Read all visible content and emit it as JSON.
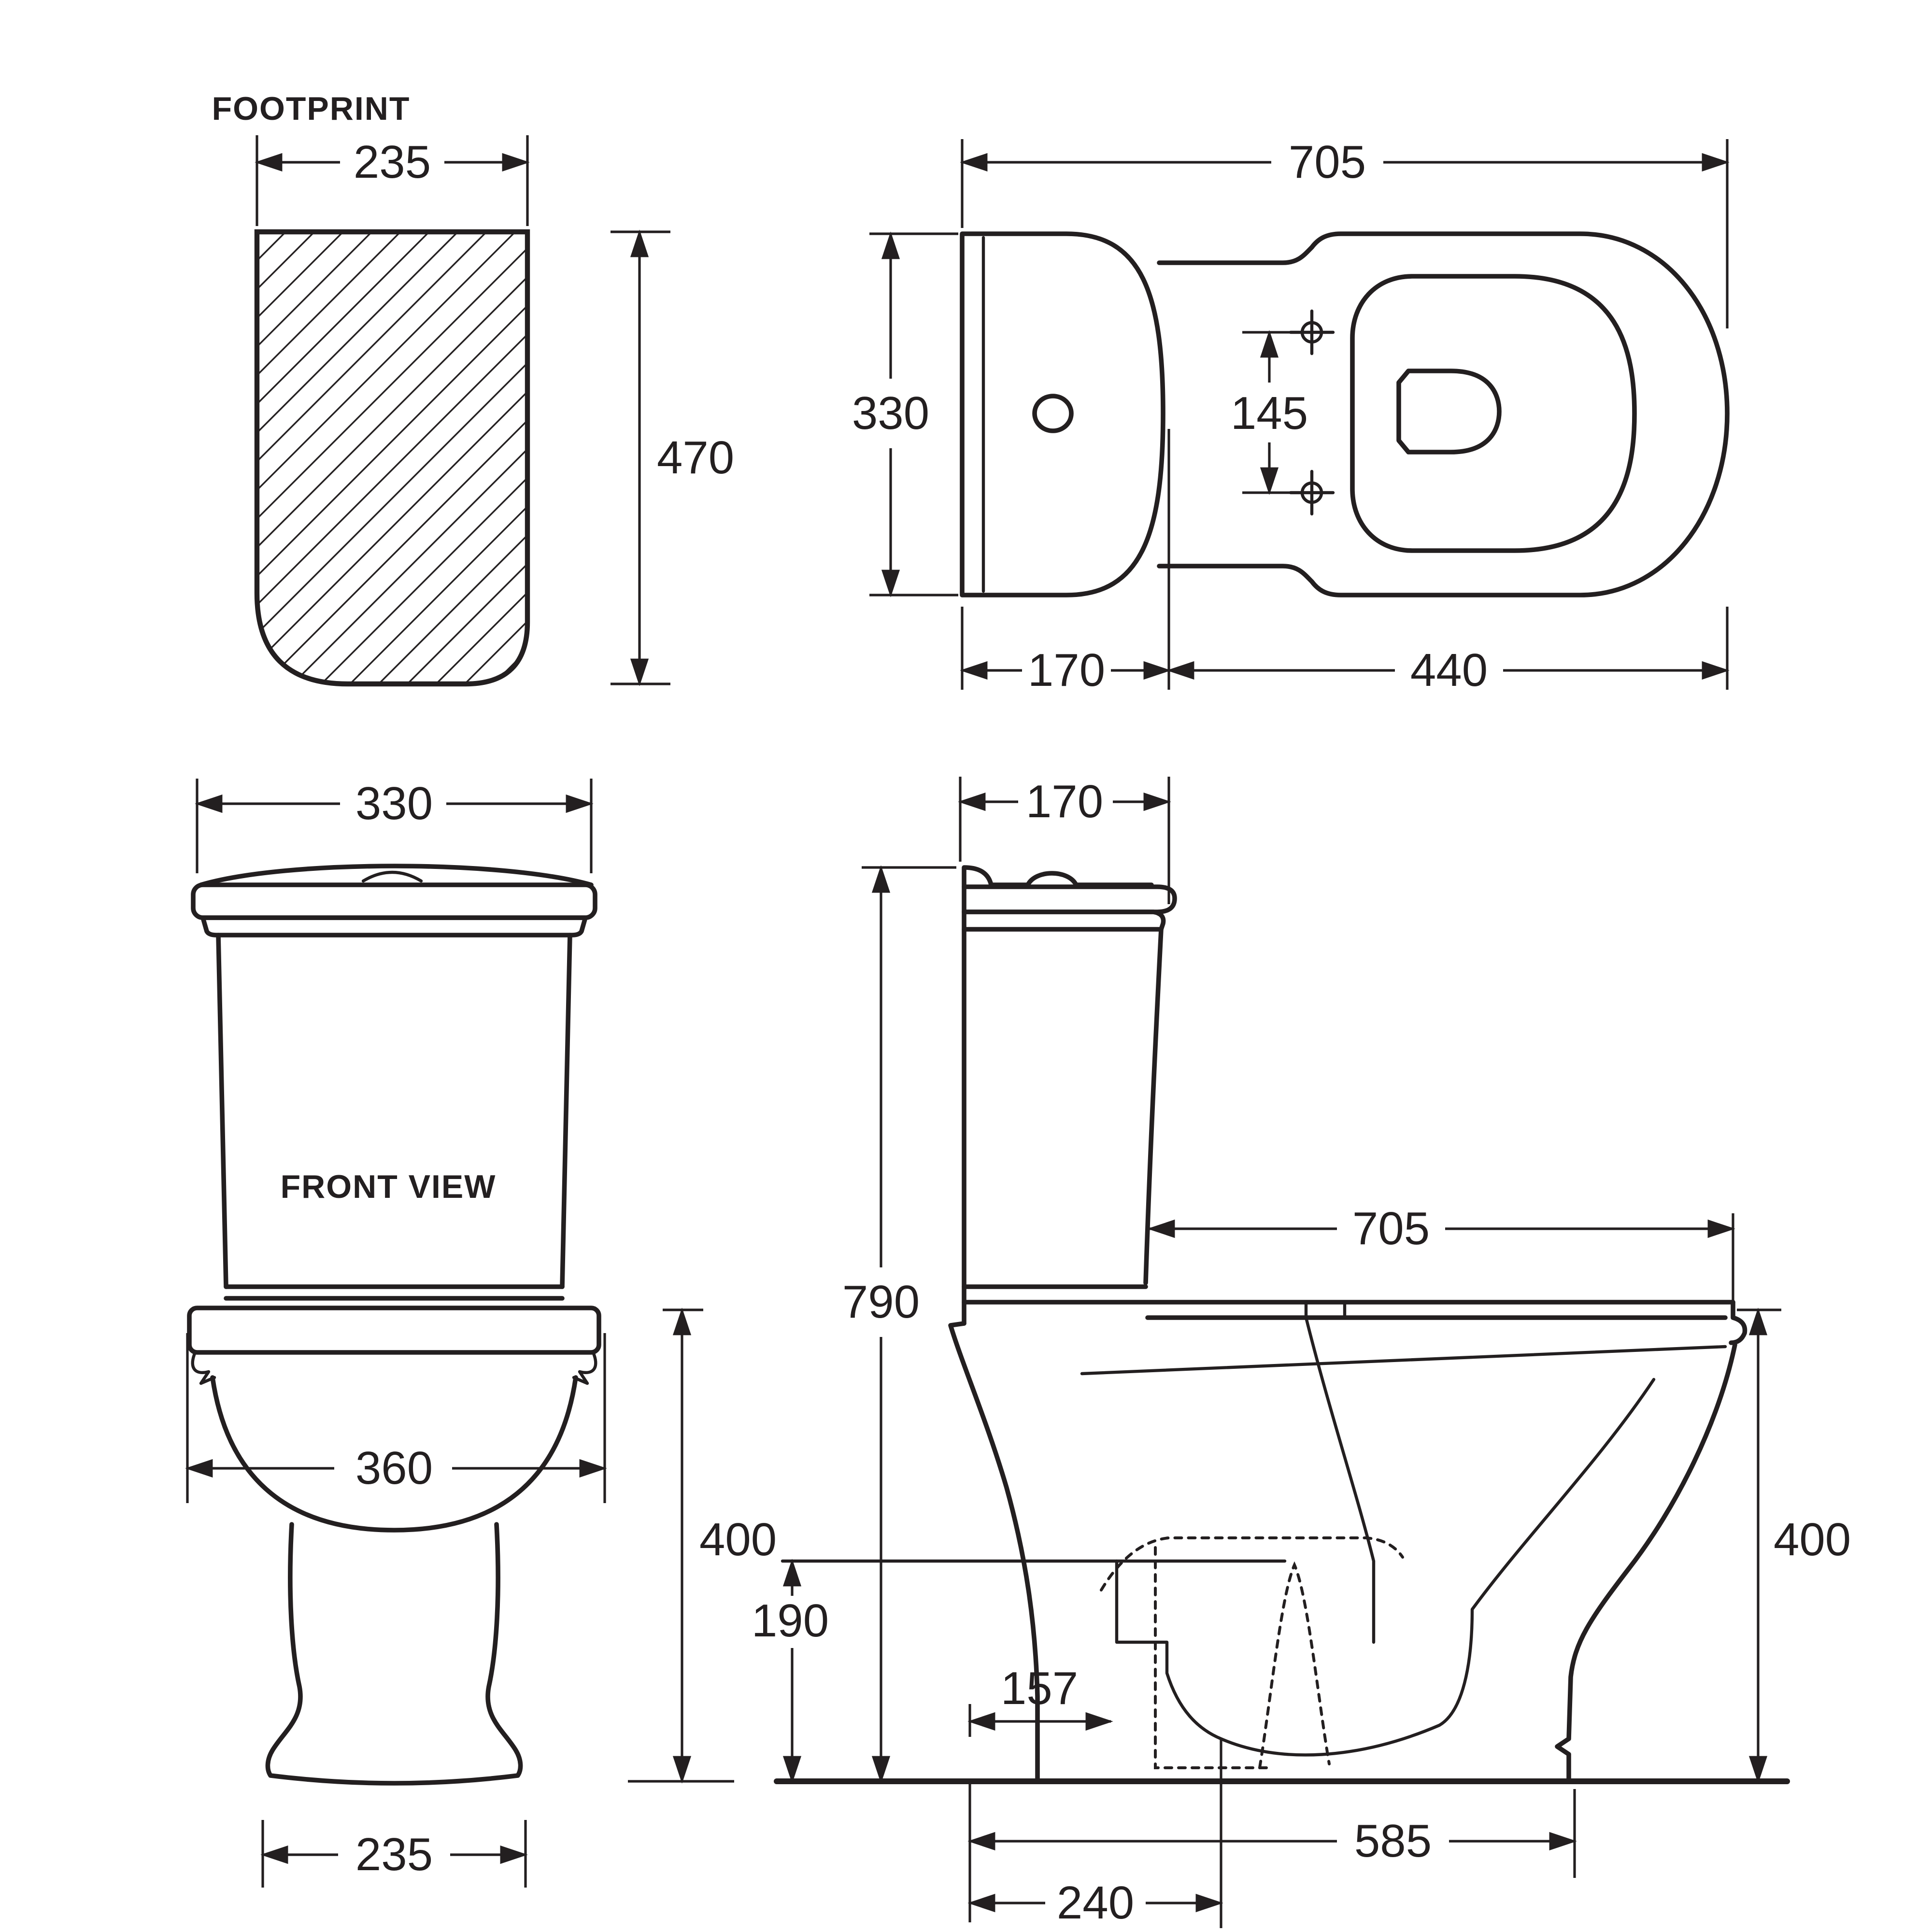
{
  "drawing": {
    "type": "toilet-suite-technical-drawing",
    "ink_color": "#231f20",
    "background_color": "#ffffff"
  },
  "labels": {
    "footprint": "FOOTPRINT",
    "front_view": "FRONT VIEW"
  },
  "dims": {
    "footprint_width": "235",
    "footprint_depth": "470",
    "top_overall_depth": "705",
    "top_width": "330",
    "top_hinge_spacing": "145",
    "top_cistern_depth": "170",
    "top_pan_depth": "440",
    "front_cistern_width": "330",
    "front_bowl_width": "360",
    "front_seat_height": "400",
    "front_base_width": "235",
    "side_cistern_depth": "170",
    "side_overall_height": "790",
    "side_overall_depth": "705",
    "side_seat_height": "400",
    "side_inlet_height": "190",
    "side_setout_small": "157",
    "side_depth_no_cistern": "585",
    "side_outlet_setout": "240"
  }
}
